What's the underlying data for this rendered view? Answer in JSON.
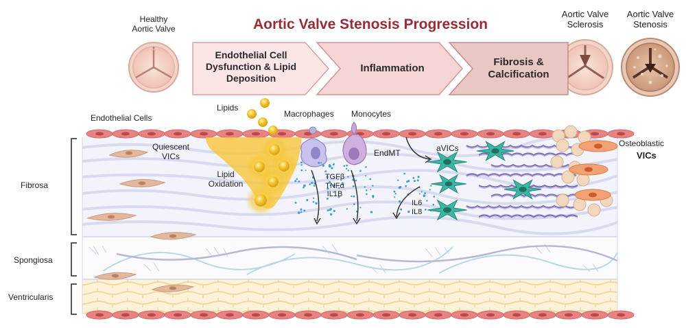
{
  "title": "Aortic Valve Stenosis Progression",
  "valves": {
    "healthy": "Healthy\nAortic Valve",
    "sclerosis": "Aortic Valve\nSclerosis",
    "stenosis": "Aortic Valve\nStenosis"
  },
  "stages": [
    "Endothelial Cell\nDysfunction & Lipid\nDeposition",
    "Inflammation",
    "Fibrosis &\nCalcification"
  ],
  "tissue": {
    "endothelial_cells": "Endothelial Cells",
    "lipids": "Lipids",
    "macrophages": "Macrophages",
    "monocytes": "Monocytes",
    "quiescent_vics": "Quiescent\nVICs",
    "lipid_oxidation": "Lipid\nOxidation",
    "cytokines_a": "TGFβ\nTNFα\nIL1B",
    "endmt": "EndMT",
    "avics": "aVICs",
    "cytokines_b": "IL6\nIL8",
    "osteoblastic_1": "Osteoblastic",
    "osteoblastic_2": "VICs"
  },
  "layers": {
    "fibrosa": "Fibrosa",
    "spongiosa": "Spongiosa",
    "ventricularis": "Ventricularis"
  },
  "colors": {
    "title": "#9a2b35",
    "arrow_fill": "#f7dada",
    "arrow_fill_dark": "#e7c3c3",
    "arrow_stroke": "#c98b8b",
    "endothelial": "#e98383",
    "lipid": "#f3c329",
    "avic": "#3bb5a4",
    "osteoblast": "#f1a172",
    "calcification": "#f0d7be",
    "collagen": "#6a5aa8"
  }
}
